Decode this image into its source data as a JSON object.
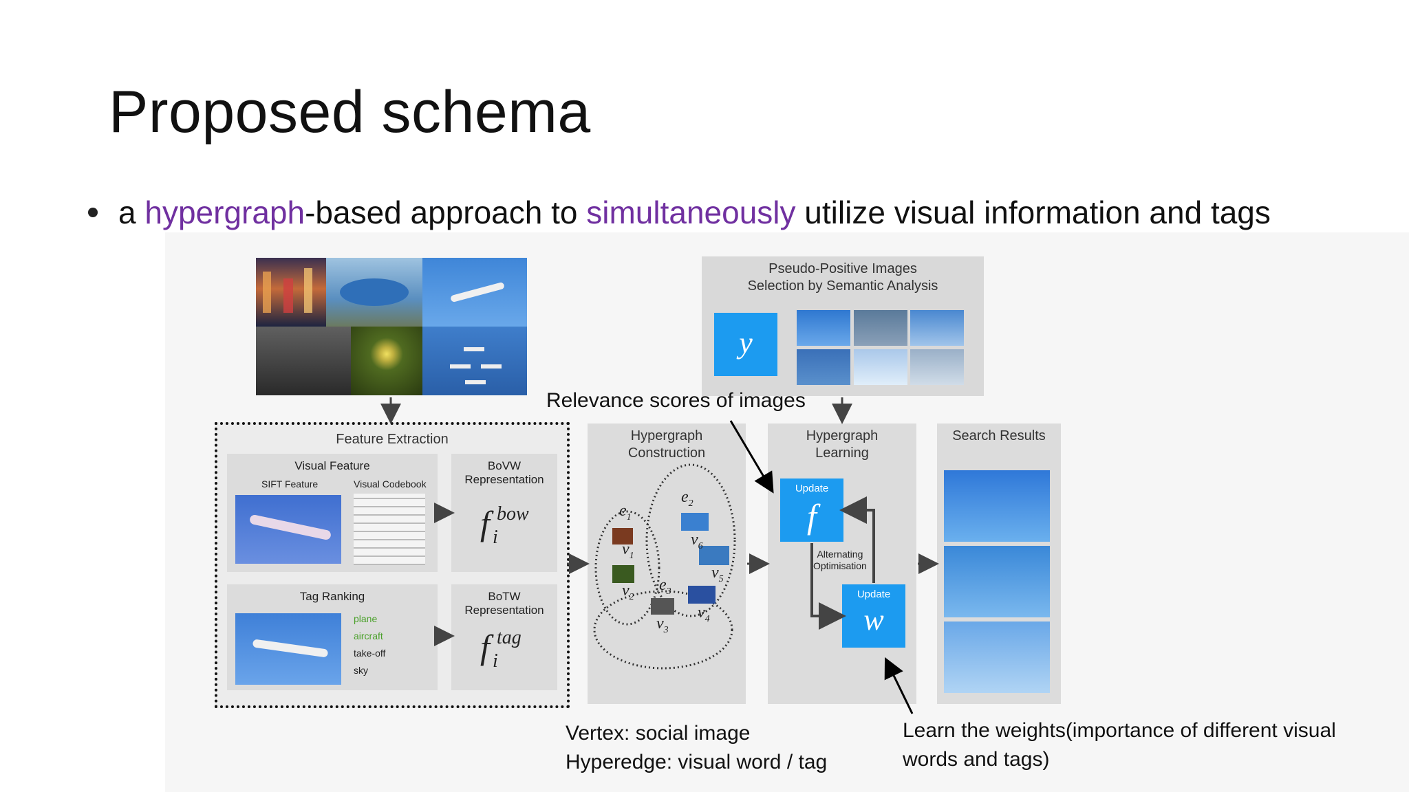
{
  "slide": {
    "title": "Proposed schema",
    "bullet": {
      "prefix": "a ",
      "highlight1": "hypergraph",
      "middle": "-based approach to ",
      "highlight2": "simultaneously",
      "suffix": " utilize visual information and tags"
    }
  },
  "colors": {
    "accent_purple": "#7030a0",
    "diagram_blue": "#1c9bf0",
    "panel_gray": "#dcdcdc"
  },
  "diagram": {
    "pseudo_positive": {
      "title": "Pseudo-Positive Images\nSelection by Semantic Analysis",
      "y_symbol": "y"
    },
    "feature_extraction": {
      "title": "Feature Extraction",
      "visual_feature": {
        "title": "Visual Feature",
        "sift_label": "SIFT Feature",
        "codebook_label": "Visual Codebook"
      },
      "bovw": {
        "title": "BoVW\nRepresentation",
        "f": "f",
        "sup": "bow",
        "sub": "i"
      },
      "tag_ranking": {
        "title": "Tag Ranking",
        "tags": [
          "plane",
          "aircraft",
          "take-off",
          "sky"
        ]
      },
      "botw": {
        "title": "BoTW\nRepresentation",
        "f": "f",
        "sup": "tag",
        "sub": "i"
      }
    },
    "hypergraph_construction": {
      "title": "Hypergraph\nConstruction",
      "labels": {
        "e1": "e",
        "e1s": "1",
        "e2": "e",
        "e2s": "2",
        "e3": "e",
        "e3s": "3",
        "v1": "v",
        "v1s": "1",
        "v2": "v",
        "v2s": "2",
        "v3": "v",
        "v3s": "3",
        "v4": "v",
        "v4s": "4",
        "v5": "v",
        "v5s": "5",
        "v6": "v",
        "v6s": "6"
      }
    },
    "hypergraph_learning": {
      "title": "Hypergraph\nLearning",
      "update_f_label": "Update",
      "f_symbol": "f",
      "alternating": "Alternating\nOptimisation",
      "update_w_label": "Update",
      "w_symbol": "w"
    },
    "search_results": {
      "title": "Search Results"
    }
  },
  "annotations": {
    "relevance": "Relevance scores of images",
    "vertex": "Vertex: social image",
    "hyperedge": "Hyperedge: visual word / tag",
    "learn_line1": "Learn the weights(importance of different visual",
    "learn_line2": "words and tags)"
  }
}
